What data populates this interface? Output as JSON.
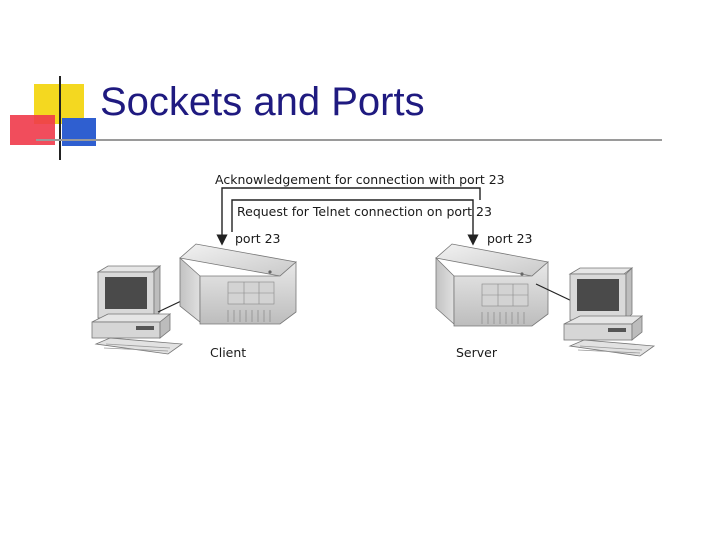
{
  "slide": {
    "title": "Sockets and Ports"
  },
  "diagram": {
    "ack_label": "Acknowledgement for connection with port 23",
    "request_label": "Request for Telnet connection on port 23",
    "client_port_label": "port 23",
    "server_port_label": "port 23",
    "client_label": "Client",
    "server_label": "Server"
  }
}
